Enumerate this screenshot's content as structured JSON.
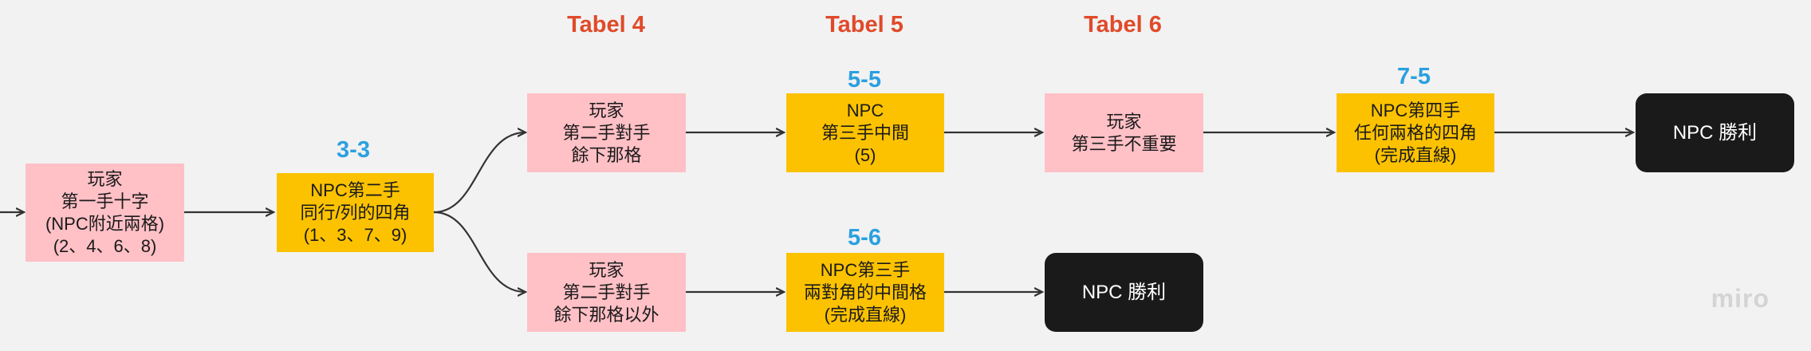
{
  "headers": {
    "tabel4": "Tabel 4",
    "tabel5": "Tabel 5",
    "tabel6": "Tabel 6"
  },
  "scores": {
    "s33": "3-3",
    "s55": "5-5",
    "s56": "5-6",
    "s75": "7-5"
  },
  "nodes": {
    "player_first": "玩家\n第一手十字\n(NPC附近兩格)\n(2、4、6、8)",
    "npc_second": "NPC第二手\n同行/列的四角\n(1、3、7、9)",
    "player_second_top": "玩家\n第二手對手\n餘下那格",
    "npc_third_middle": "NPC\n第三手中間\n(5)",
    "player_third": "玩家\n第三手不重要",
    "npc_fourth": "NPC第四手\n任何兩格的四角\n(完成直線)",
    "npc_win_top": "NPC 勝利",
    "player_second_bottom": "玩家\n第二手對手\n餘下那格以外",
    "npc_third_diag": "NPC第三手\n兩對角的中間格\n(完成直線)",
    "npc_win_bottom": "NPC 勝利"
  },
  "colors": {
    "player_node": "#ffc0c6",
    "npc_node": "#fcc200",
    "win_node": "#1a1a1a",
    "header_text": "#e04a2a",
    "score_text": "#2aa0e0"
  },
  "watermark": "miro"
}
